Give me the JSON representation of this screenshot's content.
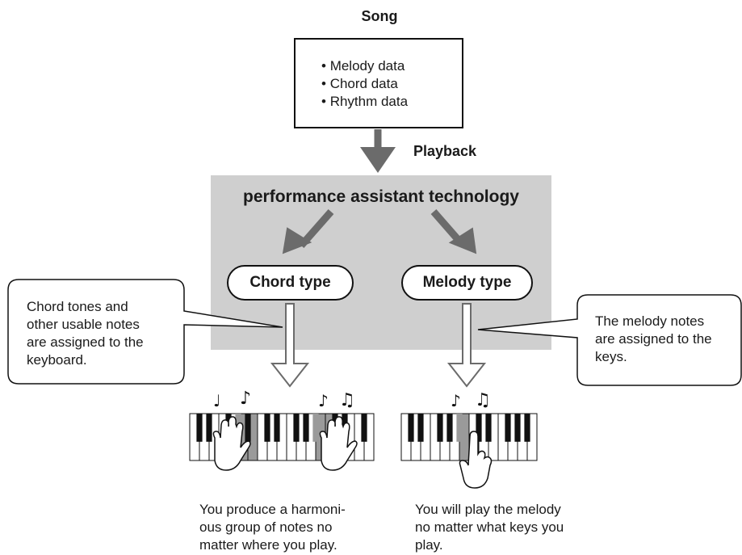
{
  "song": {
    "title": "Song",
    "items": [
      "Melody data",
      "Chord data",
      "Rhythm data"
    ]
  },
  "playback_label": "Playback",
  "technology": {
    "title": "performance assistant technology",
    "chord_type": "Chord type",
    "melody_type": "Melody type"
  },
  "callouts": {
    "left_lines": [
      "Chord tones and",
      "other usable notes",
      "are assigned to the",
      "keyboard."
    ],
    "right_lines": [
      "The melody notes",
      "are assigned to the",
      "keys."
    ]
  },
  "captions": {
    "left_lines": [
      "You produce a harmoni-",
      "ous group of notes no",
      "matter where you play."
    ],
    "right_lines": [
      "You will play the melody",
      "no matter what keys you",
      "play."
    ]
  },
  "icons": {
    "arrow": "thick-arrow-icon",
    "hollow_arrow": "hollow-arrow-icon",
    "keyboard": "piano-keyboard-icon",
    "hand": "hand-icon",
    "note": "music-note-icon"
  },
  "colors": {
    "panel": "#cfcfcf",
    "arrow": "#6b6b6b",
    "text": "#1a1a1a",
    "highlight_key": "#9a9a9a"
  }
}
